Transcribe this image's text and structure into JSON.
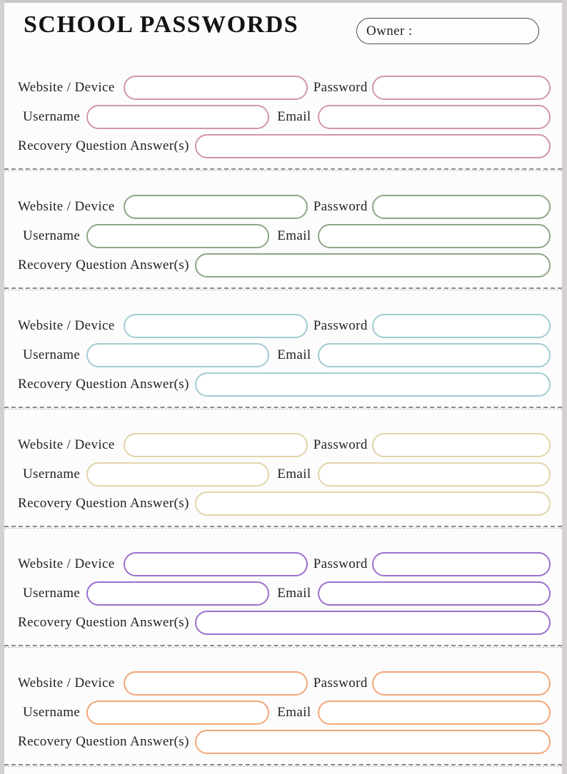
{
  "page": {
    "title": "SCHOOL PASSWORDS",
    "owner_label": "Owner :"
  },
  "field_labels": {
    "website": "Website / Device",
    "password": "Password",
    "username": "Username",
    "email": "Email",
    "recovery": "Recovery Question Answer(s)"
  },
  "inputs": {
    "owner": "",
    "website": "",
    "password": "",
    "username": "",
    "email": "",
    "recovery": ""
  },
  "sections": [
    {
      "name": "pink",
      "color": "#d295ab"
    },
    {
      "name": "sage",
      "color": "#8fa687"
    },
    {
      "name": "teal",
      "color": "#a4cbd2"
    },
    {
      "name": "khaki",
      "color": "#e2d4a9"
    },
    {
      "name": "purple",
      "color": "#9c6fce"
    },
    {
      "name": "orange",
      "color": "#f3a677"
    }
  ],
  "divider_color": "#8a8a8a"
}
